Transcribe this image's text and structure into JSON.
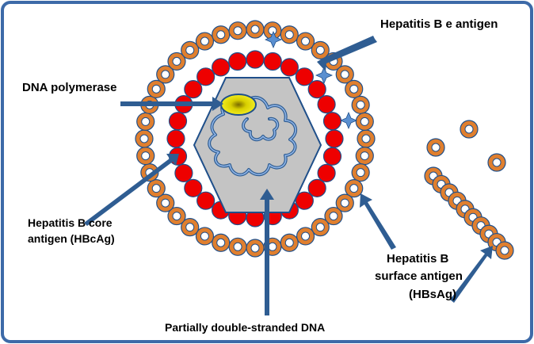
{
  "labels": {
    "e_antigen": "Hepatitis B e antigen",
    "dna_polymerase": "DNA polymerase",
    "core_antigen_line1": "Hepatitis B core",
    "core_antigen_line2": "antigen (HBcAg)",
    "surface_antigen_line1": "Hepatitis B",
    "surface_antigen_line2": "surface antigen",
    "surface_antigen_line3": "(HBsAg)",
    "dna": "Partially double-stranded DNA"
  },
  "colors": {
    "frame": "#3d6aa8",
    "surface_ring_outer": "#e07f2e",
    "surface_ring_inner": "#ffffff",
    "surface_ring_stroke": "#1f4f8a",
    "core_particle": "#ee0000",
    "capsid_fill": "#c4c4c4",
    "dna_strand": "#4a7fc4",
    "polymerase": "#e8e000",
    "arrow": "#2f5d92",
    "e_antigen_star": "#5a8fd0"
  },
  "icons": {
    "e_antigen_marker": "four-point-star-icon"
  }
}
